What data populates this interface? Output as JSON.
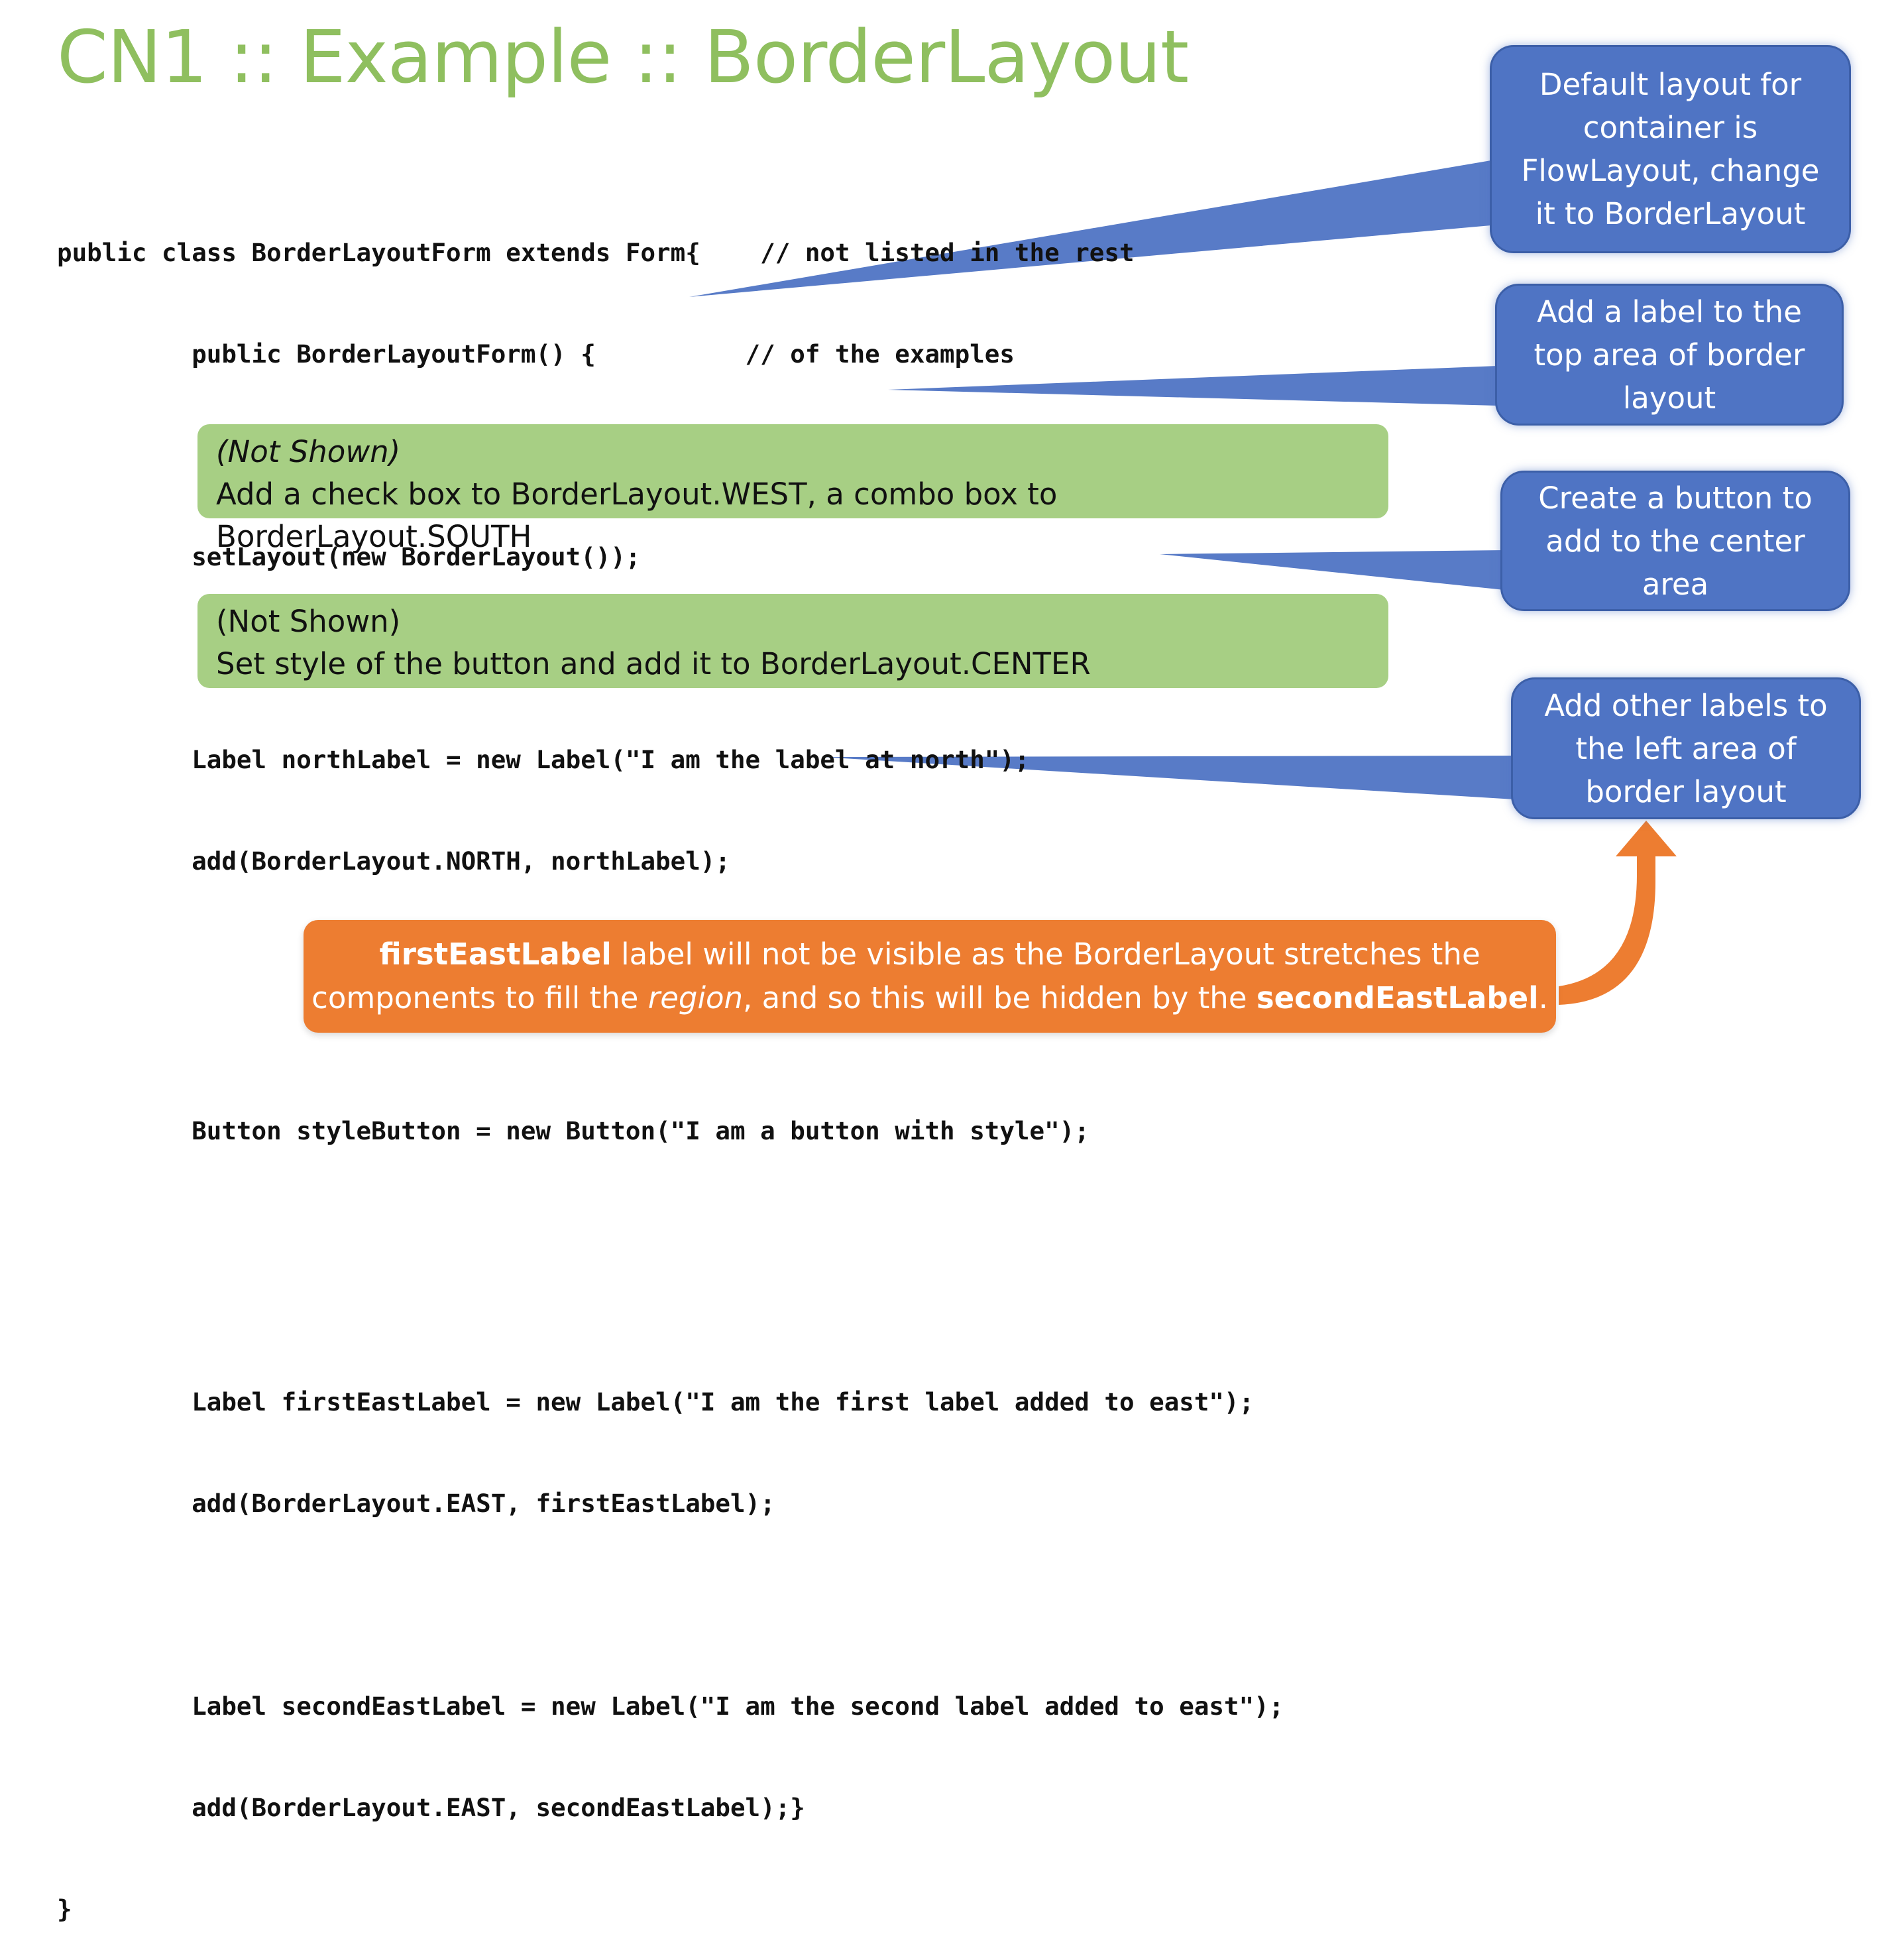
{
  "title": "CN1 :: Example :: BorderLayout",
  "code": {
    "line1": "public class BorderLayoutForm extends Form{    // not listed in the rest",
    "line2": "         public BorderLayoutForm() {          // of the examples",
    "line3": "         setLayout(new BorderLayout());",
    "line4": "         Label northLabel = new Label(\"I am the label at north\");",
    "line5": "         add(BorderLayout.NORTH, northLabel);",
    "line6": "         Button styleButton = new Button(\"I am a button with style\");",
    "line7": "         Label firstEastLabel = new Label(\"I am the first label added to east\");",
    "line8": "         add(BorderLayout.EAST, firstEastLabel);",
    "line9": "         Label secondEastLabel = new Label(\"I am the second label added to east\");",
    "line10": "         add(BorderLayout.EAST, secondEastLabel);}",
    "line11": "}"
  },
  "notes": {
    "note1_heading": "(Not Shown)",
    "note1_text": "Add a check box to BorderLayout.WEST, a combo box to BorderLayout.SOUTH",
    "note2_heading": "(Not Shown)",
    "note2_text": "Set style of the button and add it to BorderLayout.CENTER"
  },
  "callouts": {
    "c1": [
      "Default layout for",
      "container is",
      "FlowLayout, change",
      "it to BorderLayout"
    ],
    "c2": [
      "Add a label to the",
      "top area of border",
      "layout"
    ],
    "c3": [
      "Create a button to",
      "add to the center",
      "area"
    ],
    "c4": [
      "Add other labels to",
      "the left area of",
      "border layout"
    ]
  },
  "bottom_note": {
    "bold1": "firstEastLabel",
    "text1": " label will not be visible as the BorderLayout stretches the",
    "text2": "components to fill the ",
    "italic": "region",
    "text3": ", and so this will be hidden by the ",
    "bold2": "secondEastLabel",
    "text4": "."
  },
  "colors": {
    "title": "#8fbf5f",
    "callout_blue": "#4f74c4",
    "note_green": "#a7cf84",
    "note_orange": "#ed7d31"
  }
}
